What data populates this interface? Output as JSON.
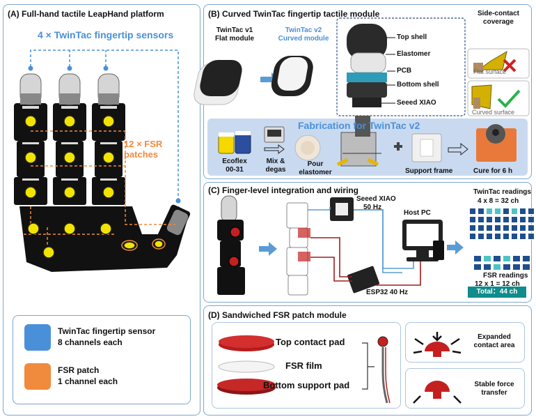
{
  "panelA": {
    "title": "(A) Full-hand tactile LeapHand platform",
    "fingertip_label": "4 × TwinTac fingertip sensors",
    "fsr_label": "12 × FSR patches",
    "legend": {
      "twintac_title": "TwinTac fingertip sensor",
      "twintac_sub": "8 channels each",
      "fsr_title": "FSR patch",
      "fsr_sub": "1 channel each"
    }
  },
  "panelB": {
    "title": "(B) Curved TwinTac fingertip tactile module",
    "v1_label": "TwinTac v1 Flat module",
    "v2_label": "TwinTac v2 Curved module",
    "layers": [
      "Top shell",
      "Elastomer",
      "PCB",
      "Bottom shell",
      "Seeed XIAO"
    ],
    "side_contact_title": "Side-contact coverage",
    "flat_surface": "Flat surface",
    "curved_surface": "Curved surface",
    "fab_title": "Fabrication for TwinTac v2",
    "fab_steps": [
      "Ecoflex 00-31",
      "Mix & degas",
      "Pour elastomer",
      "Support frame",
      "Cure for 6 h"
    ]
  },
  "panelC": {
    "title": "(C) Finger-level integration and wiring",
    "xiao_label": "Seeed XIAO",
    "xiao_rate": "50 Hz",
    "host_label": "Host PC",
    "esp_label": "ESP32 40 Hz",
    "twintac_readings": "TwinTac readings",
    "twintac_calc": "4 x 8 = 32 ch",
    "fsr_readings": "FSR readings",
    "fsr_calc": "12 x 1 = 12 ch",
    "total": "Total：44 ch"
  },
  "panelD": {
    "title": "(D) Sandwiched FSR patch module",
    "layers": [
      "Top contact pad",
      "FSR film",
      "Bottom support pad"
    ],
    "benefit1": "Expanded contact area",
    "benefit2": "Stable force transfer"
  },
  "colors": {
    "border": "#7ea6cf",
    "twintac_blue": "#4a90d9",
    "fsr_orange": "#f08a3c",
    "teal": "#0f8c8c",
    "fab_bg": "#c9daf0"
  }
}
